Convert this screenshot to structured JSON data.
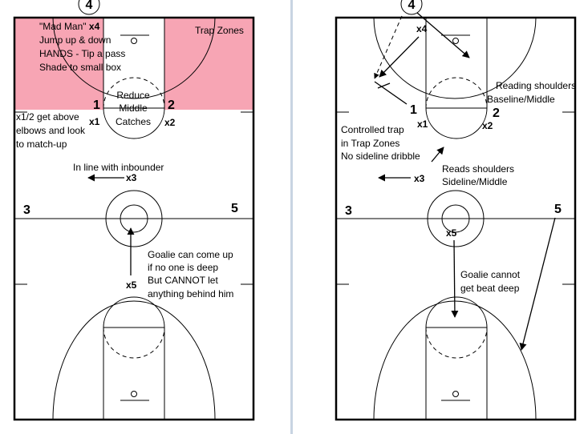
{
  "colors": {
    "trap_zone": "#f7a5b4",
    "divider": "#c8d4e2",
    "lines": "#000000"
  },
  "left": {
    "x4_badge": "4",
    "mad_man_note": {
      "line1_a": "\"Mad Man\"",
      "line1_b": "x4",
      "line2": "Jump up & down",
      "line3": "HANDS - Tip a pass",
      "line4": "Shade to small box"
    },
    "trap_zones_label": "Trap Zones",
    "reduce_note": [
      "Reduce",
      "Middle",
      "Catches"
    ],
    "player1": "1",
    "player2": "2",
    "x1": "x1",
    "x2": "x2",
    "elbows_note": [
      "x1/2 get above",
      "elbows and look",
      "to match-up"
    ],
    "inline_note": "In line with inbounder",
    "x3": "x3",
    "player3": "3",
    "player5": "5",
    "goalie_note": [
      "Goalie can come up",
      "if no one is deep",
      "But CANNOT let",
      "anything behind him"
    ],
    "x5": "x5"
  },
  "right": {
    "x4_badge": "4",
    "x4": "x4",
    "reading_note": [
      "Reading shoulders",
      "Baseline/Middle"
    ],
    "player1": "1",
    "player2": "2",
    "x1": "x1",
    "x2": "x2",
    "trap_note": [
      "Controlled trap",
      "in Trap Zones",
      "No sideline dribble"
    ],
    "reads_note": [
      "Reads shoulders",
      "Sideline/Middle"
    ],
    "x3": "x3",
    "player3": "3",
    "player5": "5",
    "x5": "x5",
    "goalie_note": [
      "Goalie cannot",
      "get beat deep"
    ]
  }
}
